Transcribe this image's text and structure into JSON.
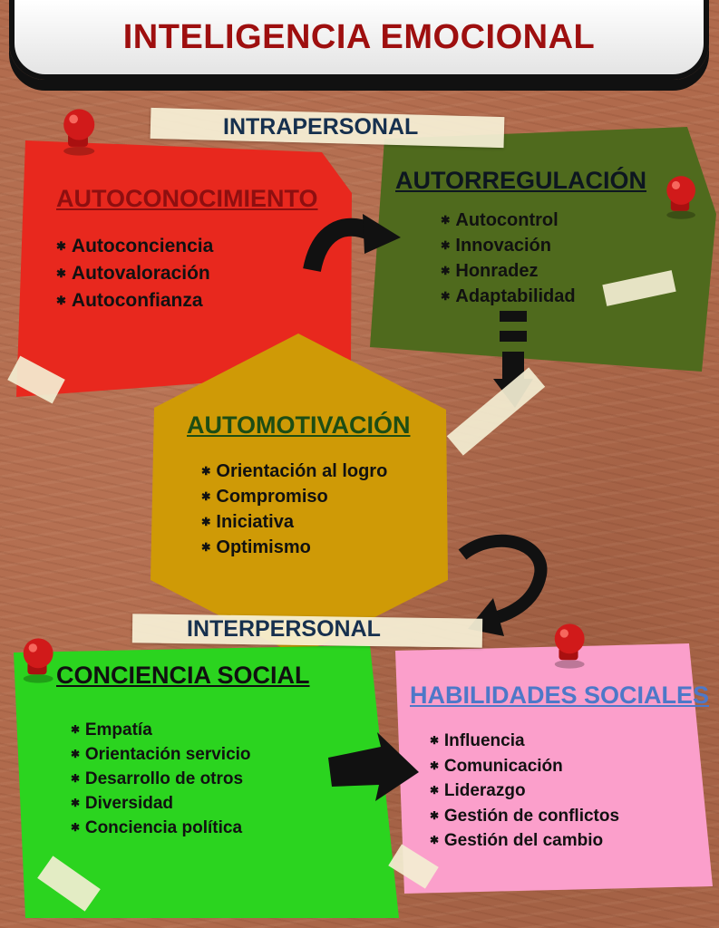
{
  "title": "INTELIGENCIA EMOCIONAL",
  "sections": {
    "intrapersonal": "INTRAPERSONAL",
    "interpersonal": "INTERPERSONAL"
  },
  "cards": {
    "autoconocimiento": {
      "title": "AUTOCONOCIMIENTO",
      "color": "#e8281e",
      "title_color": "#8e0f10",
      "items": [
        "Autoconciencia",
        "Autovaloración",
        "Autoconfianza"
      ]
    },
    "autorregulacion": {
      "title": "AUTORREGULACIÓN",
      "color": "#4f6a1d",
      "title_color": "#0d1620",
      "items": [
        "Autocontrol",
        "Innovación",
        "Honradez",
        "Adaptabilidad"
      ]
    },
    "automotivacion": {
      "title": "AUTOMOTIVACIÓN",
      "color": "#cf9a06",
      "title_color": "#1d4d14",
      "items": [
        "Orientación al logro",
        "Compromiso",
        "Iniciativa",
        "Optimismo"
      ]
    },
    "conciencia_social": {
      "title": "CONCIENCIA SOCIAL",
      "color": "#2bd41f",
      "title_color": "#101010",
      "items": [
        "Empatía",
        "Orientación servicio",
        "Desarrollo de otros",
        "Diversidad",
        "Conciencia política"
      ]
    },
    "habilidades_sociales": {
      "title": "HABILIDADES SOCIALES",
      "color": "#fb9fcb",
      "title_color": "#4d78c8",
      "items": [
        "Influencia",
        "Comunicación",
        "Liderazgo",
        "Gestión de conflictos",
        "Gestión del cambio"
      ]
    }
  },
  "colors": {
    "background": "#b06a4c",
    "title_text": "#9e0f0f",
    "section_label": "#16304e",
    "pin": "#d11a1a",
    "arrow": "#111111"
  },
  "icons": [
    "pushpin-icon",
    "curved-arrow-icon",
    "down-arrow-icon",
    "loop-arrow-icon",
    "right-arrow-icon"
  ]
}
